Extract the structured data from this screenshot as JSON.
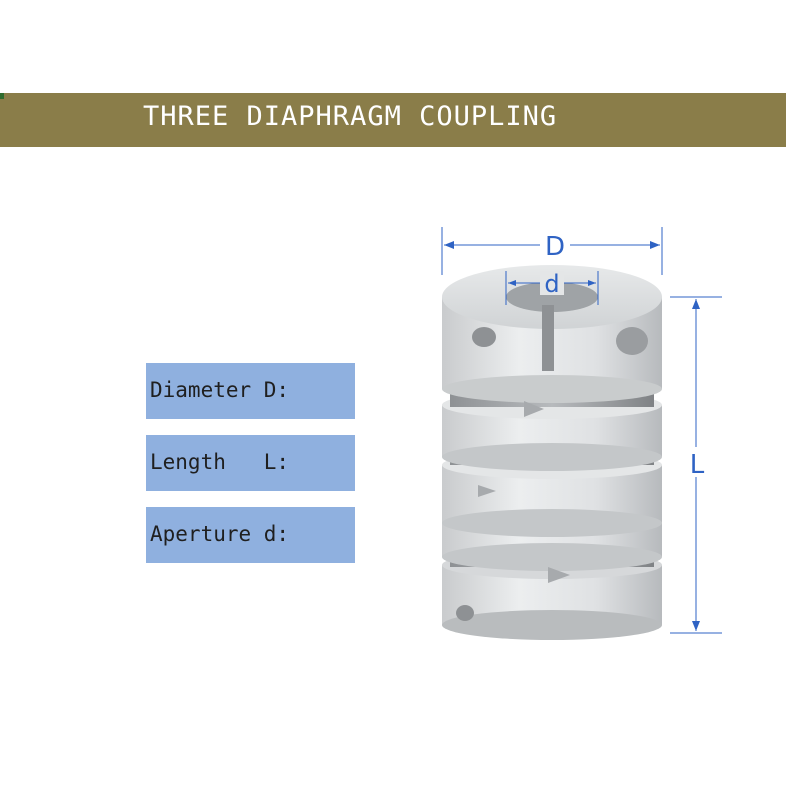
{
  "banner": {
    "title": "THREE DIAPHRAGM COUPLING",
    "color": "#8a7d49"
  },
  "specs": [
    {
      "label": "Diameter D:"
    },
    {
      "label": "Length   L:"
    },
    {
      "label": "Aperture d:"
    }
  ],
  "spec_box_color": "#8fb0df",
  "illustration": {
    "dim_D": "D",
    "dim_d": "d",
    "dim_L": "L",
    "dim_color": "#2f63c4"
  }
}
